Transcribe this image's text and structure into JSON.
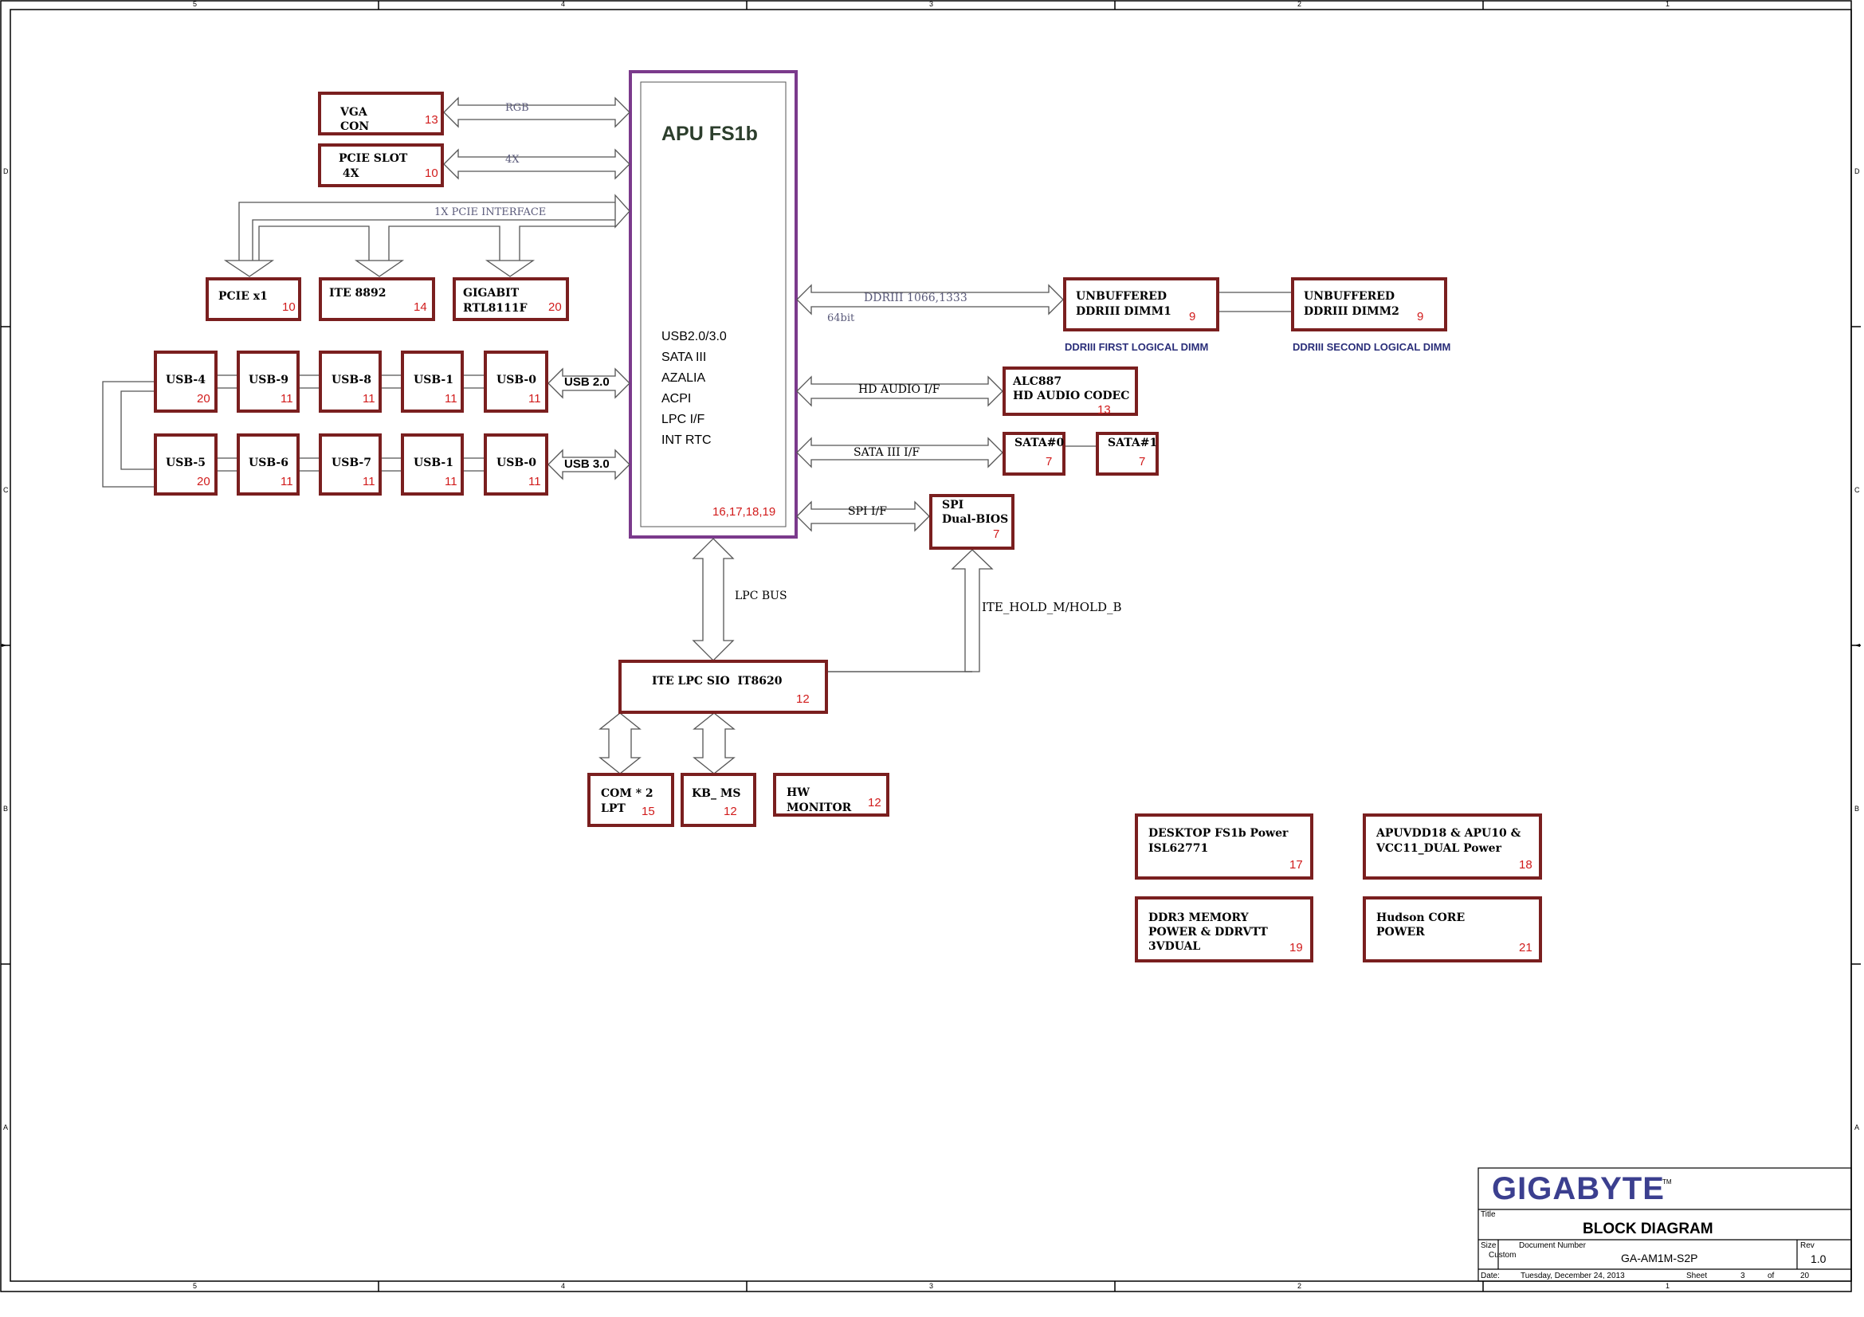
{
  "frame": {
    "columns": [
      "5",
      "4",
      "3",
      "2",
      "1"
    ],
    "rows": [
      "D",
      "C",
      "B",
      "A"
    ]
  },
  "apu": {
    "title": "APU FS1b",
    "interfaces": [
      "USB2.0/3.0",
      "SATA III",
      "AZALIA",
      "ACPI",
      "LPC I/F",
      "INT RTC"
    ],
    "pages": "16,17,18,19"
  },
  "blocks": {
    "vga": {
      "line1": "VGA",
      "line2": "CON",
      "page": "13"
    },
    "pcie_slot": {
      "line1": "PCIE SLOT",
      "line2": " 4X",
      "page": "10"
    },
    "pcie_x1": {
      "line1": "PCIE x1",
      "page": "10"
    },
    "ite8892": {
      "line1": "ITE 8892",
      "page": "14"
    },
    "gigabit": {
      "line1": "GIGABIT",
      "line2": "RTL8111F",
      "page": "20"
    },
    "dimm1": {
      "line1": "UNBUFFERED",
      "line2": "DDRIII DIMM1",
      "page": "9"
    },
    "dimm2": {
      "line1": "UNBUFFERED",
      "line2": "DDRIII DIMM2",
      "page": "9"
    },
    "alc887": {
      "line1": "ALC887",
      "line2": "HD AUDIO CODEC",
      "page": "13"
    },
    "sata0": {
      "line1": "SATA#0",
      "page": "7"
    },
    "sata1": {
      "line1": "SATA#1",
      "page": "7"
    },
    "spi": {
      "line1": "SPI",
      "line2": "Dual-BIOS",
      "page": "7"
    },
    "ite_sio": {
      "line1": "ITE LPC SIO  IT8620",
      "page": "12"
    },
    "com": {
      "line1": "COM * 2",
      "line2": "LPT",
      "page": "15"
    },
    "kbms": {
      "line1": "KB_ MS",
      "page": "12"
    },
    "hw": {
      "line1": "HW",
      "line2": "MONITOR",
      "page": "12"
    },
    "pwr_desktop": {
      "line1": "DESKTOP FS1b Power",
      "line2": "ISL62771",
      "page": "17"
    },
    "pwr_apuvdd": {
      "line1": "APUVDD18 & APU10 &",
      "line2": "VCC11_DUAL Power",
      "page": "18"
    },
    "pwr_ddr3": {
      "line1": "DDR3 MEMORY",
      "line2": "POWER & DDRVTT",
      "line3": "3VDUAL",
      "page": "19"
    },
    "pwr_hudson": {
      "line1": "Hudson CORE",
      "line2": "POWER",
      "page": "21"
    }
  },
  "usb_row1": [
    {
      "label": "USB-4",
      "page": "20"
    },
    {
      "label": "USB-9",
      "page": "11"
    },
    {
      "label": "USB-8",
      "page": "11"
    },
    {
      "label": "USB-1",
      "page": "11"
    },
    {
      "label": "USB-0",
      "page": "11"
    }
  ],
  "usb_row2": [
    {
      "label": "USB-5",
      "page": "20"
    },
    {
      "label": "USB-6",
      "page": "11"
    },
    {
      "label": "USB-7",
      "page": "11"
    },
    {
      "label": "USB-1",
      "page": "11"
    },
    {
      "label": "USB-0",
      "page": "11"
    }
  ],
  "links": {
    "rgb": "RGB",
    "x4": "4X",
    "pcie_interface": "1X PCIE  INTERFACE",
    "ddr": "DDRIII 1066,1333",
    "bits": "64bit",
    "usb20": "USB 2.0",
    "usb30": "USB 3.0",
    "hd_audio": "HD AUDIO I/F",
    "sata": "SATA III I/F",
    "spi": "SPI I/F",
    "lpc_bus": "LPC BUS",
    "hold": "ITE_HOLD_M/HOLD_B",
    "dimm1_note": "DDRIII FIRST LOGICAL DIMM",
    "dimm2_note": "DDRIII SECOND LOGICAL DIMM"
  },
  "title_block": {
    "logo": "GIGABYTE",
    "tm": "TM",
    "title_label": "Title",
    "title": "BLOCK DIAGRAM",
    "size_label": "Size",
    "size": "Custom",
    "docnum_label": "Document Number",
    "docnum": "GA-AM1M-S2P",
    "rev_label": "Rev",
    "rev": "1.0",
    "date_label": "Date:",
    "date": "Tuesday, December 24, 2013",
    "sheet_label": "Sheet",
    "sheet": "3",
    "of_label": "of",
    "total": "20"
  }
}
